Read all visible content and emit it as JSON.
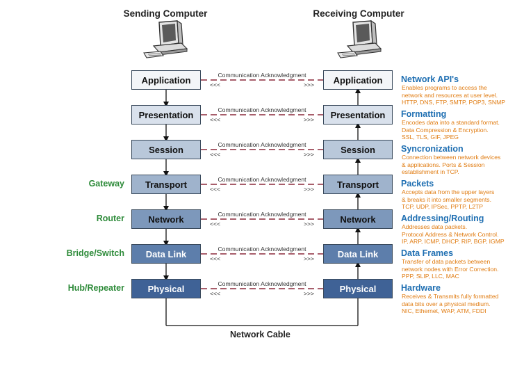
{
  "sending_title": "Sending Computer",
  "receiving_title": "Receiving Computer",
  "comm_text": "Communication Acknowledgment",
  "arrow_left": "<<<",
  "arrow_right": ">>>",
  "cable_label": "Network Cable",
  "layers": [
    {
      "name": "Application",
      "device": "",
      "fill": "#f3f5f8",
      "color": "#111111",
      "desc_title": "Network API's",
      "desc": [
        "Enables programs to access the",
        "network and resources at user level.",
        "HTTP, DNS, FTP, SMTP, POP3, SNMP"
      ]
    },
    {
      "name": "Presentation",
      "device": "",
      "fill": "#d9e1ec",
      "color": "#111111",
      "desc_title": "Formatting",
      "desc": [
        "Encodes data into a standard format.",
        "Data Compression & Encryption.",
        "SSL, TLS, GIF, JPEG"
      ]
    },
    {
      "name": "Session",
      "device": "",
      "fill": "#b9c8da",
      "color": "#111111",
      "desc_title": "Syncronization",
      "desc": [
        "Connection between network devices",
        "& applications. Ports & Session",
        "establishment in TCP."
      ]
    },
    {
      "name": "Transport",
      "device": "Gateway",
      "fill": "#9fb3cc",
      "color": "#111111",
      "desc_title": "Packets",
      "desc": [
        "Accepts data from the upper layers",
        "& breaks it into smaller segments.",
        "TCP, UDP, IPSec, PPTP, L2TP"
      ]
    },
    {
      "name": "Network",
      "device": "Router",
      "fill": "#7d98bb",
      "color": "#111111",
      "desc_title": "Addressing/Routing",
      "desc": [
        "Addresses data packets.",
        "Protocol Address & Network Control.",
        "IP, ARP, ICMP, DHCP, RIP, BGP, IGMP"
      ]
    },
    {
      "name": "Data Link",
      "device": "Bridge/Switch",
      "fill": "#5d7eab",
      "color": "#ffffff",
      "desc_title": "Data Frames",
      "desc": [
        "Transfer of data packets between",
        "network nodes with Error Correction.",
        "PPP, SLIP, LLC, MAC"
      ]
    },
    {
      "name": "Physical",
      "device": "Hub/Repeater",
      "fill": "#3f6296",
      "color": "#ffffff",
      "desc_title": "Hardware",
      "desc": [
        "Receives & Transmits fully formatted",
        "data bits over a physical medium.",
        "NIC, Ethernet, WAP, ATM, FDDI"
      ]
    }
  ]
}
